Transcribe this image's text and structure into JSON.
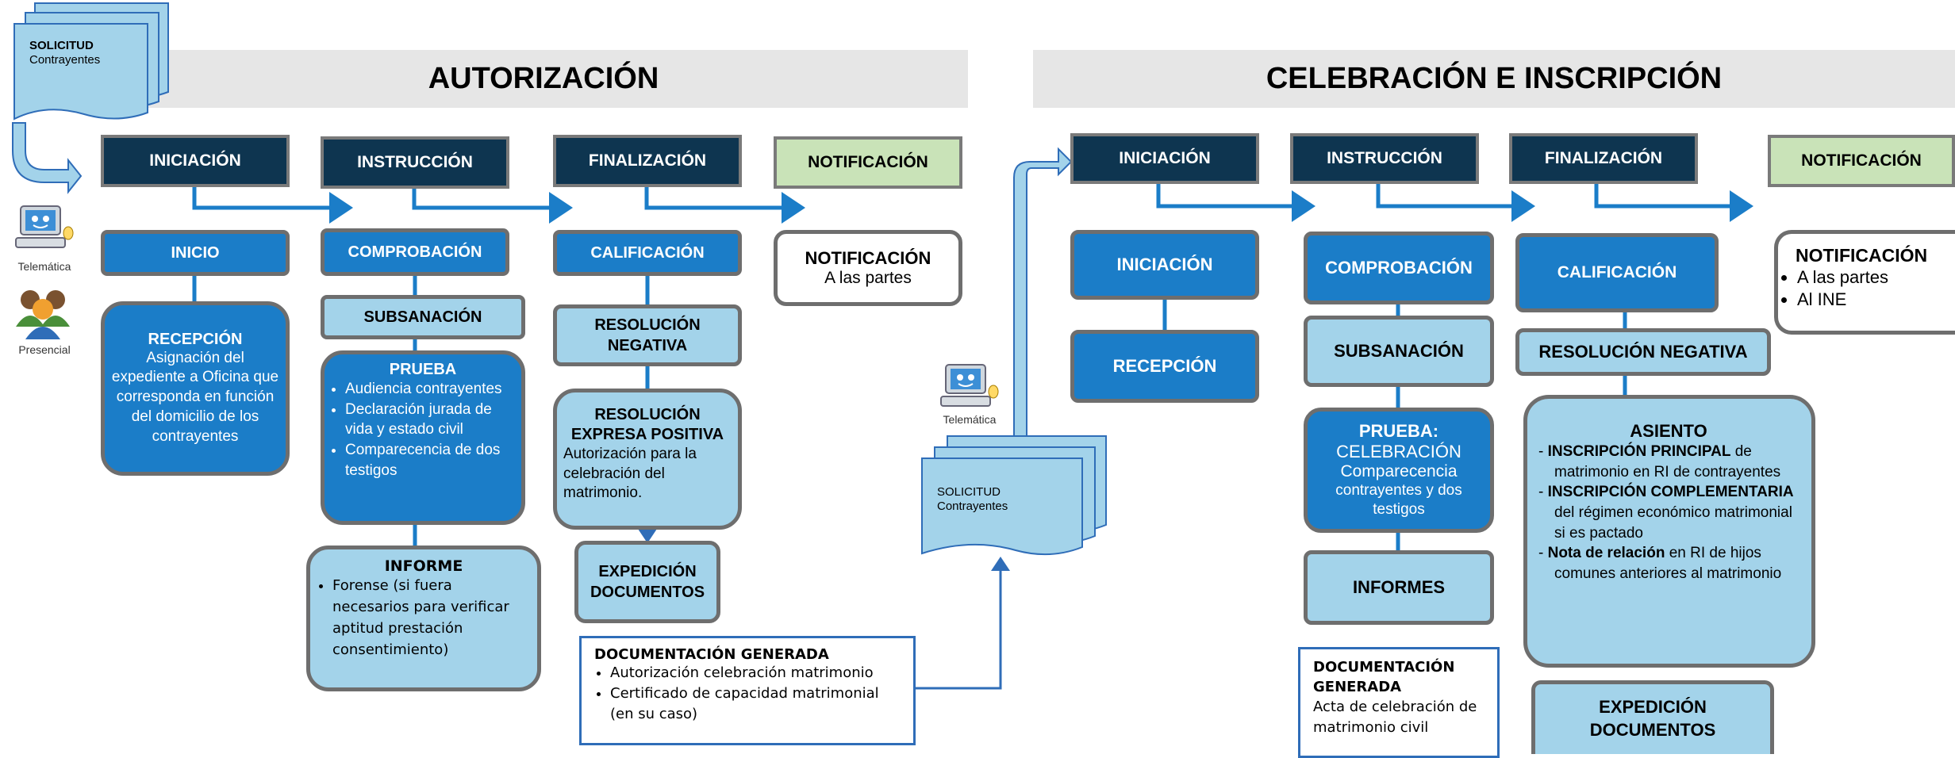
{
  "colors": {
    "phase_dark": "#0e3550",
    "phase_notif": "#c9e3b8",
    "box_dark": "#1b7dc8",
    "box_light": "#a3d3ea",
    "banner": "#e6e6e6",
    "doc_border": "#2f6db8"
  },
  "left": {
    "solicitud": {
      "title": "SOLICITUD",
      "subtitle": "Contrayentes"
    },
    "banner": "AUTORIZACIÓN",
    "channels": {
      "telematica": "Telemática",
      "presencial": "Presencial"
    },
    "phases": [
      "INICIACIÓN",
      "INSTRUCCIÓN",
      "FINALIZACIÓN",
      "NOTIFICACIÓN"
    ],
    "inicio": "INICIO",
    "recepcion": {
      "title": "RECEPCIÓN",
      "text": "Asignación del expediente a Oficina que corresponda en función del domicilio de los contrayentes"
    },
    "comprobacion": "COMPROBACIÓN",
    "subsanacion": "SUBSANACIÓN",
    "prueba": {
      "title": "PRUEBA",
      "items": [
        "Audiencia contrayentes",
        "Declaración jurada de vida y estado civil",
        "Comparecencia de dos testigos"
      ]
    },
    "informe": {
      "title": "INFORME",
      "items": [
        "Forense (si fuera necesarios para verificar aptitud prestación consentimiento)"
      ]
    },
    "calificacion": "CALIFICACIÓN",
    "resolucion_negativa": "RESOLUCIÓN NEGATIVA",
    "resolucion_positiva": {
      "title": "RESOLUCIÓN EXPRESA POSITIVA",
      "text": "Autorización para la celebración del matrimonio."
    },
    "expedicion": "EXPEDICIÓN DOCUMENTOS",
    "notificacion": {
      "title": "NOTIFICACIÓN",
      "text": "A las partes"
    },
    "documentacion": {
      "title": "DOCUMENTACIÓN GENERADA",
      "items": [
        "Autorización celebración matrimonio",
        "Certificado de capacidad matrimonial (en su caso)"
      ]
    }
  },
  "right": {
    "banner": "CELEBRACIÓN E INSCRIPCIÓN",
    "solicitud": {
      "title": "SOLICITUD",
      "subtitle": "Contrayentes"
    },
    "telematica": "Telemática",
    "phases": [
      "INICIACIÓN",
      "INSTRUCCIÓN",
      "FINALIZACIÓN",
      "NOTIFICACIÓN"
    ],
    "iniciacion": "INICIACIÓN",
    "recepcion": "RECEPCIÓN",
    "comprobacion": "COMPROBACIÓN",
    "subsanacion": "SUBSANACIÓN",
    "prueba": {
      "title": "PRUEBA:",
      "l1": "CELEBRACIÓN",
      "l2": "Comparecencia",
      "l3": "contrayentes y dos testigos"
    },
    "informes": "INFORMES",
    "calificacion": "CALIFICACIÓN",
    "resolucion_negativa": "RESOLUCIÓN NEGATIVA",
    "asiento": {
      "title": "ASIENTO",
      "items": [
        {
          "bold": "INSCRIPCIÓN PRINCIPAL",
          "rest": " de matrimonio en RI de contrayentes"
        },
        {
          "bold": "INSCRIPCIÓN COMPLEMENTARIA",
          "rest": " del régimen económico matrimonial si es pactado"
        },
        {
          "bold": "Nota de relación",
          "rest": " en RI de hijos comunes anteriores al matrimonio"
        }
      ]
    },
    "expedicion": "EXPEDICIÓN DOCUMENTOS",
    "notificacion": {
      "title": "NOTIFICACIÓN",
      "items": [
        "A las partes",
        "Al INE"
      ]
    },
    "documentacion": {
      "title": "DOCUMENTACIÓN GENERADA",
      "text": "Acta de celebración de matrimonio civil"
    }
  }
}
